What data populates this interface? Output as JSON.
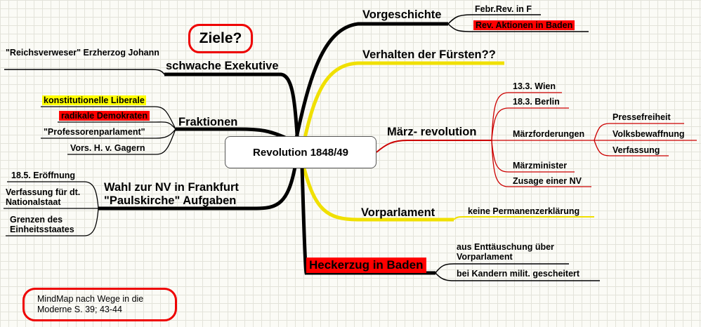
{
  "center": "Revolution 1848/49",
  "ziele": "Ziele?",
  "note": "MindMap nach Wege in die Moderne S. 39; 43-44",
  "branches": {
    "vorgeschichte": {
      "label": "Vorgeschichte",
      "items": [
        "Febr.Rev. in F",
        "Rev. Aktionen in Baden"
      ]
    },
    "fuersten": {
      "label": "Verhalten der Fürsten??"
    },
    "maerz": {
      "label": "März- revolution",
      "items": [
        "13.3. Wien",
        "18.3. Berlin",
        "Märzforderungen",
        "Märzminister",
        "Zusage einer NV"
      ],
      "forderungen": [
        "Pressefreiheit",
        "Volksbewaffnung",
        "Verfassung"
      ]
    },
    "vorparlament": {
      "label": "Vorparlament",
      "items": [
        "keine Permanenzerklärung"
      ]
    },
    "heckerzug": {
      "label": "Heckerzug in Baden",
      "items": [
        "aus Enttäuschung über Vorparlament",
        "bei Kandern milit. gescheitert"
      ]
    },
    "exekutive": {
      "label": "schwache Exekutive",
      "items": [
        "\"Reichsverweser\" Erzherzog Johann"
      ]
    },
    "fraktionen": {
      "label": "Fraktionen",
      "items": [
        "konstitutionelle Liberale",
        "radikale Demokraten",
        "\"Professorenparlament\"",
        "Vors. H. v. Gagern"
      ]
    },
    "wahl": {
      "label": "Wahl zur NV in Frankfurt \"Paulskirche\" Aufgaben",
      "items": [
        "18.5. Eröffnung",
        "Verfassung für dt. Nationalstaat",
        "Grenzen des Einheitsstaates"
      ]
    }
  },
  "colors": {
    "highlight_red": "#ff0000",
    "highlight_yellow": "#ffff00",
    "connector_red": "#cc0000",
    "connector_yellow": "#f0e000",
    "connector_black": "#000000"
  }
}
